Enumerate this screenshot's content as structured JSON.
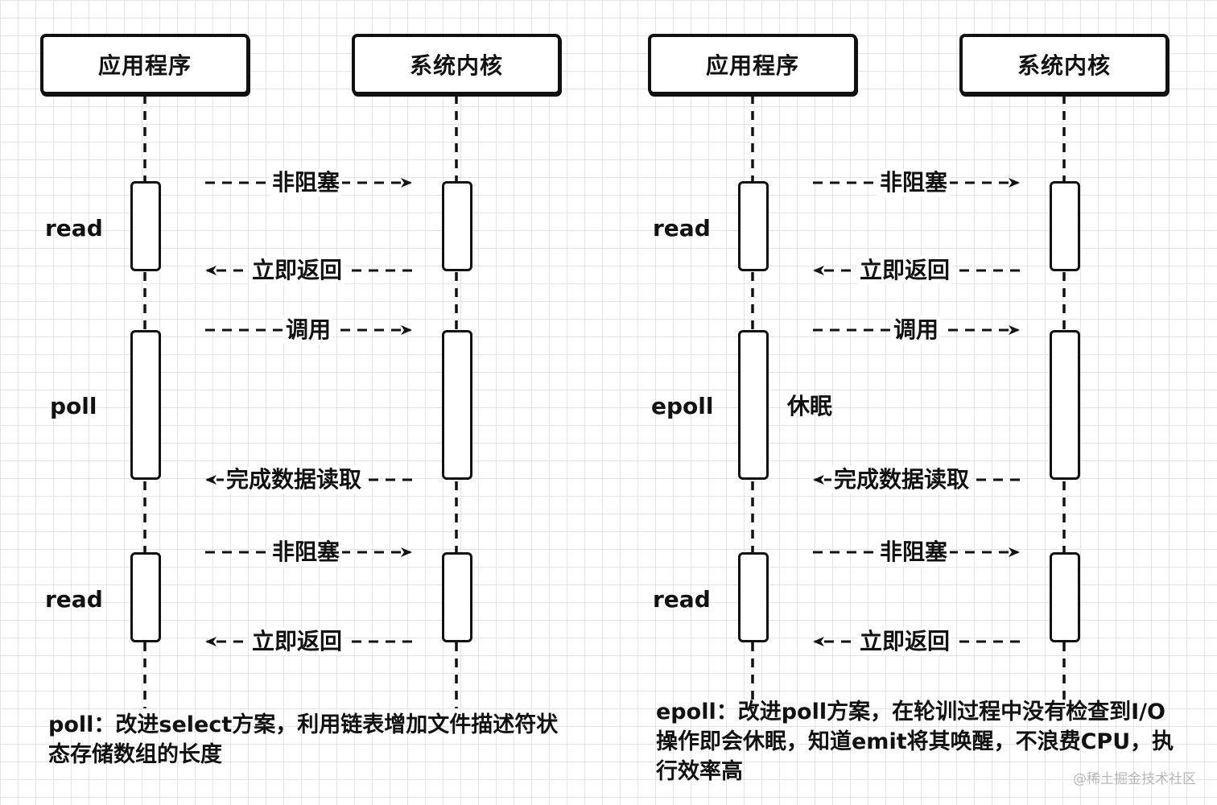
{
  "left": {
    "participants": [
      "应用程序",
      "系统内核"
    ],
    "side_labels": [
      "read",
      "poll",
      "read"
    ],
    "messages": [
      "非阻塞",
      "立即返回",
      "调用",
      "完成数据读取",
      "非阻塞",
      "立即返回"
    ],
    "note": "poll：改进select方案，利用链表增加文件描述符状态存储数组的长度"
  },
  "right": {
    "participants": [
      "应用程序",
      "系统内核"
    ],
    "side_labels": [
      "read",
      "epoll",
      "read"
    ],
    "messages": [
      "非阻塞",
      "立即返回",
      "调用",
      "完成数据读取",
      "非阻塞",
      "立即返回"
    ],
    "sleep_label": "休眠",
    "note": "epoll：改进poll方案，在轮训过程中没有检查到I/O操作即会休眠，知道emit将其唤醒，不浪费CPU，执行效率高"
  },
  "watermark": "@稀土掘金技术社区"
}
